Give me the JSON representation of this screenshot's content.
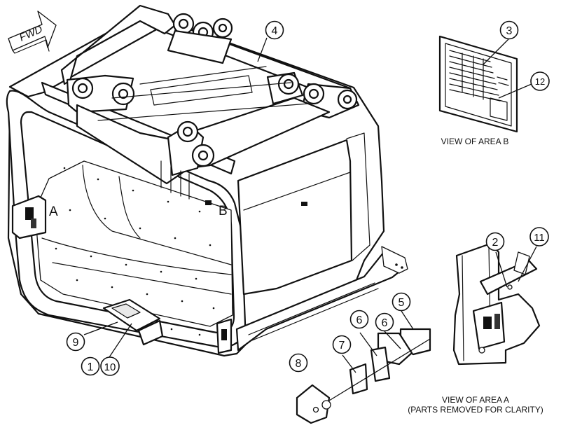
{
  "arrow_label": "FWD",
  "area_labels": {
    "a": "A",
    "b": "B"
  },
  "view_b_caption": "VIEW OF AREA B",
  "view_a_caption_line1": "VIEW OF AREA A",
  "view_a_caption_line2": "(PARTS REMOVED FOR CLARITY)",
  "callouts": [
    {
      "id": "c1",
      "num": "1"
    },
    {
      "id": "c2",
      "num": "2"
    },
    {
      "id": "c3",
      "num": "3"
    },
    {
      "id": "c4",
      "num": "4"
    },
    {
      "id": "c5",
      "num": "5"
    },
    {
      "id": "c6a",
      "num": "6"
    },
    {
      "id": "c6b",
      "num": "6"
    },
    {
      "id": "c7",
      "num": "7"
    },
    {
      "id": "c8",
      "num": "8"
    },
    {
      "id": "c9",
      "num": "9"
    },
    {
      "id": "c10",
      "num": "10"
    },
    {
      "id": "c11",
      "num": "11"
    },
    {
      "id": "c12",
      "num": "12"
    }
  ]
}
